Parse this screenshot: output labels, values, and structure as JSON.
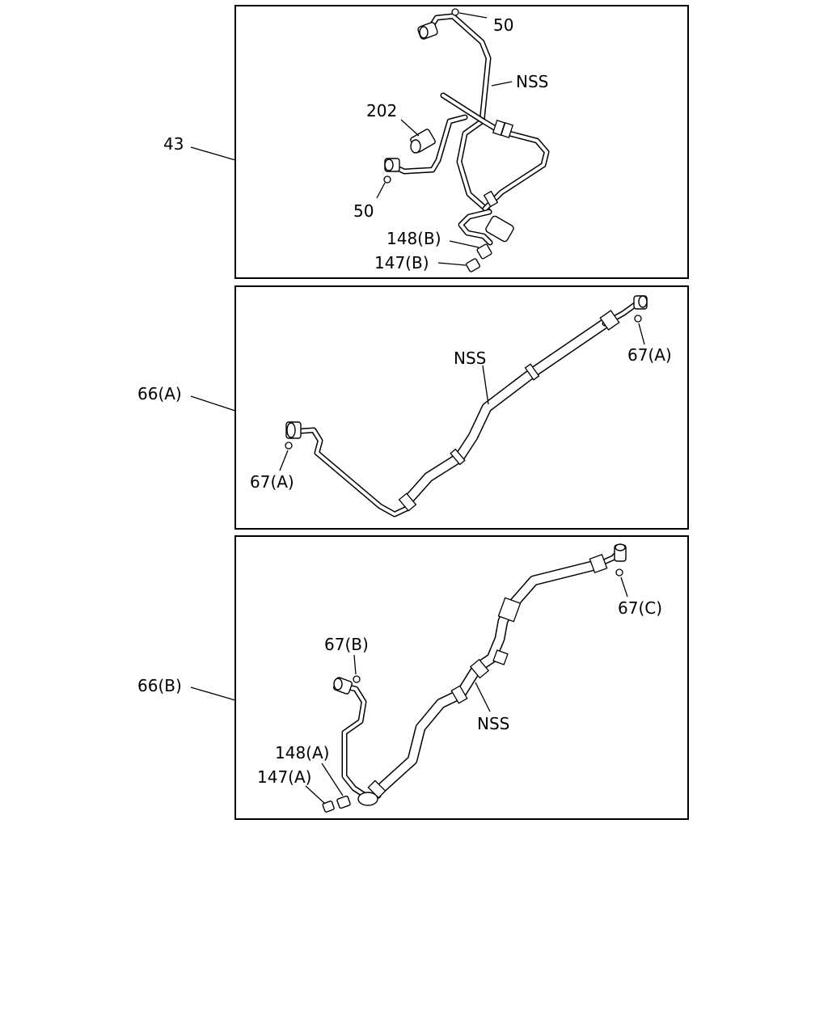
{
  "colors": {
    "line": "#000000",
    "background": "#ffffff"
  },
  "panels": [
    {
      "id": "assembly-43",
      "callout": "43",
      "labels": {
        "o_ring_top": "50",
        "nss": "NSS",
        "switch": "202",
        "o_ring_left": "50",
        "cap_b": "148(B)",
        "valve_b": "147(B)"
      }
    },
    {
      "id": "hose-66a",
      "callout": "66(A)",
      "labels": {
        "nss": "NSS",
        "o_ring_right": "67(A)",
        "o_ring_left": "67(A)"
      }
    },
    {
      "id": "hose-66b",
      "callout": "66(B)",
      "labels": {
        "o_ring_mid": "67(B)",
        "o_ring_right": "67(C)",
        "nss": "NSS",
        "cap_a": "148(A)",
        "valve_a": "147(A)"
      }
    }
  ]
}
